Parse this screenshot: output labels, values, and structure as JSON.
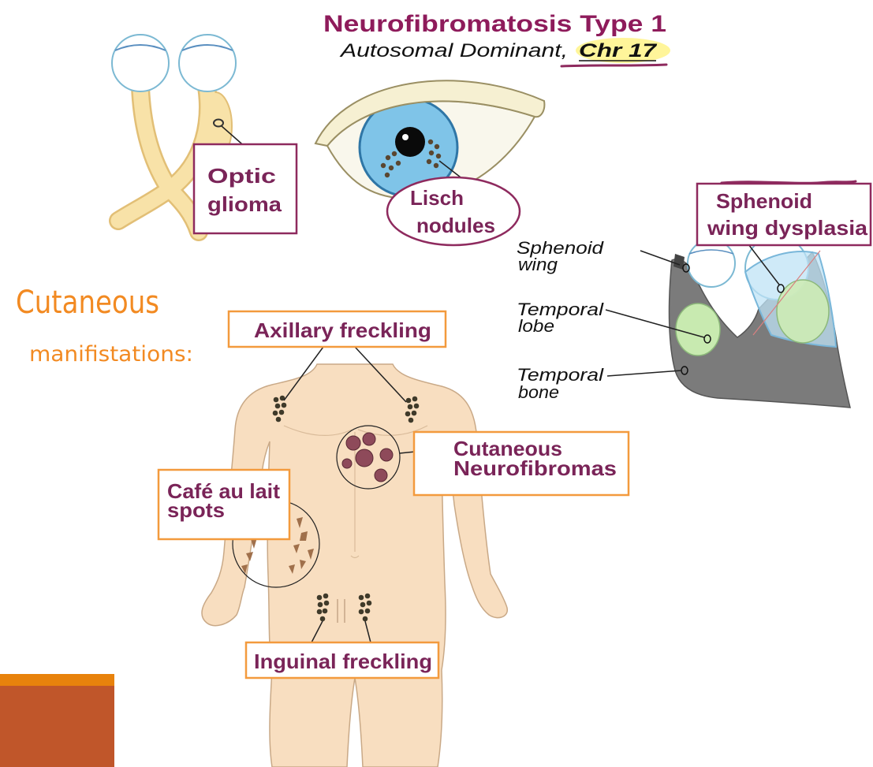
{
  "title": "Neurofibromatosis Type 1",
  "subtitle": {
    "inheritance": "Autosomal Dominant,",
    "chromosome": "Chr 17"
  },
  "ocular": {
    "optic_glioma": [
      "Optic",
      "glioma"
    ],
    "lisch_nodules": [
      "Lisch",
      "nodules"
    ]
  },
  "skull": {
    "dysplasia_label": [
      "Sphenoid",
      "wing dysplasia"
    ],
    "sphenoid_wing": [
      "Sphenoid",
      "wing"
    ],
    "temporal_lobe": [
      "Temporal",
      "lobe"
    ],
    "temporal_bone": [
      "Temporal",
      "bone"
    ]
  },
  "handwritten_note": [
    "Cutaneous",
    "manifistations:"
  ],
  "cutaneous": {
    "axillary": "Axillary freckling",
    "neurofibromas": [
      "Cutaneous",
      "Neurofibromas"
    ],
    "cafe_au_lait": [
      "Café au lait",
      "spots"
    ],
    "inguinal": "Inguinal freckling"
  },
  "colors": {
    "title": "#8E1B5B",
    "label": "#7A2458",
    "purple_annotation": "#8E2A5E",
    "orange_annotation": "#F39A3D",
    "handwriting": "#F28A22",
    "skin": "#F8DEC0",
    "slide_accent": "#E8820C",
    "slide_block": "#C0562A"
  }
}
